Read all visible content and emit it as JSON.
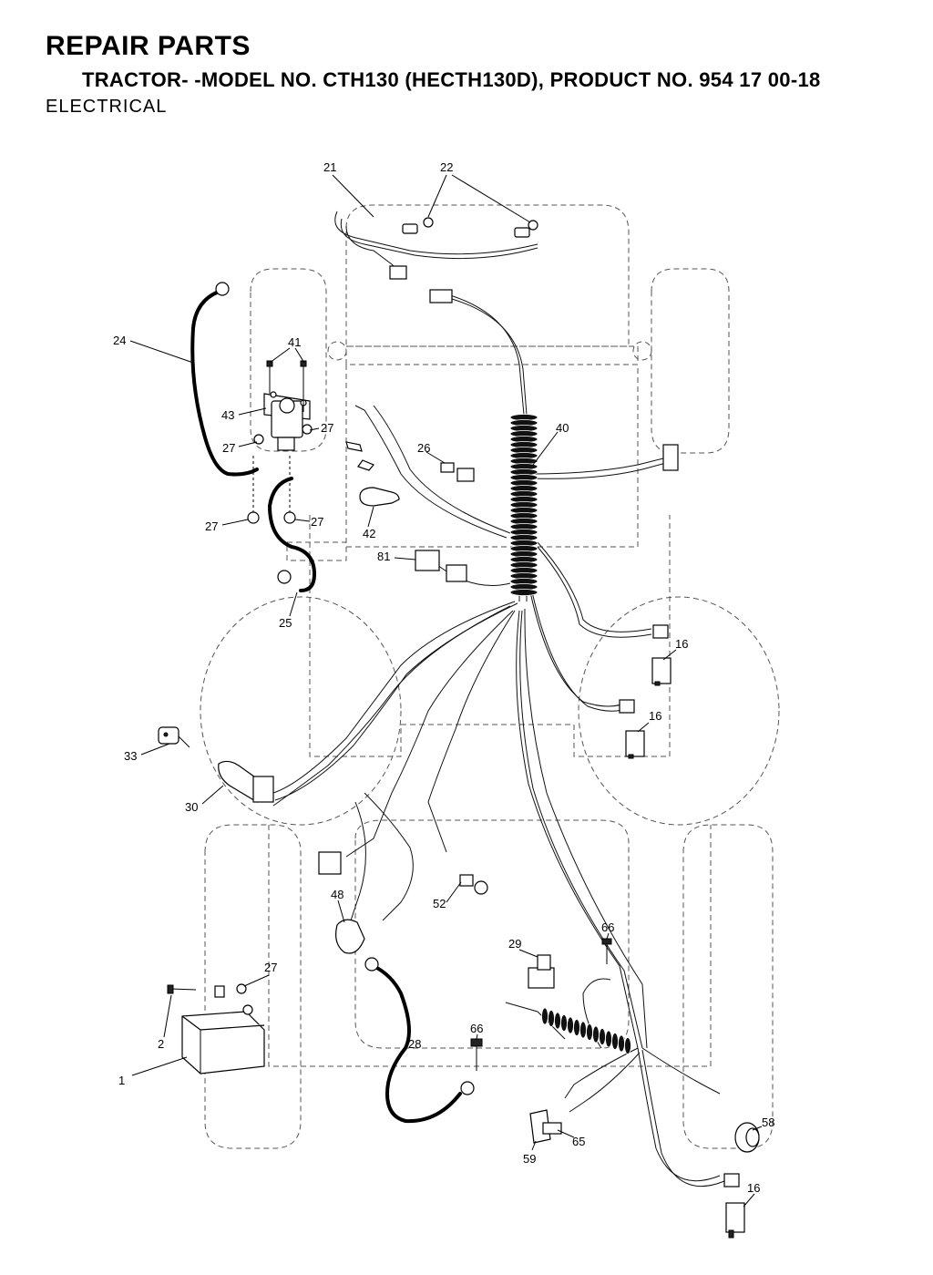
{
  "header": {
    "title": "REPAIR PARTS",
    "subtitle": "TRACTOR- -MODEL NO. CTH130 (HECTH130D), PRODUCT NO. 954 17 00-18",
    "section": "ELECTRICAL"
  },
  "callouts": [
    {
      "id": "c21",
      "label": "21"
    },
    {
      "id": "c22",
      "label": "22"
    },
    {
      "id": "c24",
      "label": "24"
    },
    {
      "id": "c41",
      "label": "41"
    },
    {
      "id": "c43",
      "label": "43"
    },
    {
      "id": "c27a",
      "label": "27"
    },
    {
      "id": "c27b",
      "label": "27"
    },
    {
      "id": "c27c",
      "label": "27"
    },
    {
      "id": "c27d",
      "label": "27"
    },
    {
      "id": "c27e",
      "label": "27"
    },
    {
      "id": "c40",
      "label": "40"
    },
    {
      "id": "c26",
      "label": "26"
    },
    {
      "id": "c42",
      "label": "42"
    },
    {
      "id": "c81",
      "label": "81"
    },
    {
      "id": "c25",
      "label": "25"
    },
    {
      "id": "c16a",
      "label": "16"
    },
    {
      "id": "c16b",
      "label": "16"
    },
    {
      "id": "c16c",
      "label": "16"
    },
    {
      "id": "c33",
      "label": "33"
    },
    {
      "id": "c30",
      "label": "30"
    },
    {
      "id": "c48",
      "label": "48"
    },
    {
      "id": "c52",
      "label": "52"
    },
    {
      "id": "c66a",
      "label": "66"
    },
    {
      "id": "c66b",
      "label": "66"
    },
    {
      "id": "c29",
      "label": "29"
    },
    {
      "id": "c2",
      "label": "2"
    },
    {
      "id": "c1",
      "label": "1"
    },
    {
      "id": "c28",
      "label": "28"
    },
    {
      "id": "c58",
      "label": "58"
    },
    {
      "id": "c59",
      "label": "59"
    },
    {
      "id": "c65",
      "label": "65"
    }
  ]
}
